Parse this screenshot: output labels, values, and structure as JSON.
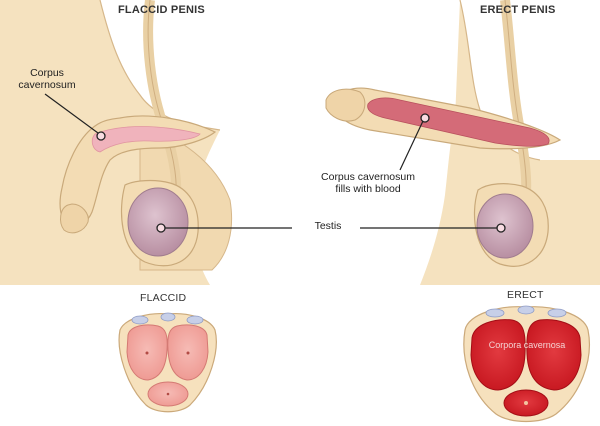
{
  "titles": {
    "flaccid_penis": "FLACCID PENIS",
    "erect_penis": "ERECT PENIS"
  },
  "labels": {
    "corpus_cavernosum": "Corpus\ncavernosum",
    "corpus_fills_line1": "Corpus cavernosum",
    "corpus_fills_line2": "fills with blood",
    "testis": "Testis"
  },
  "sections": {
    "flaccid": "FLACCID",
    "erect": "ERECT",
    "corpora_cavernosa": "Corpora cavernosa"
  },
  "colors": {
    "skin": "#f3dcb4",
    "skin_outline": "#c9a97a",
    "corpus_flaccid": "#f0b8c0",
    "corpus_erect": "#d4707c",
    "testis": "#c9a4b4",
    "tissue_flaccid": "#f2a9a4",
    "tissue_erect": "#d8242c"
  }
}
